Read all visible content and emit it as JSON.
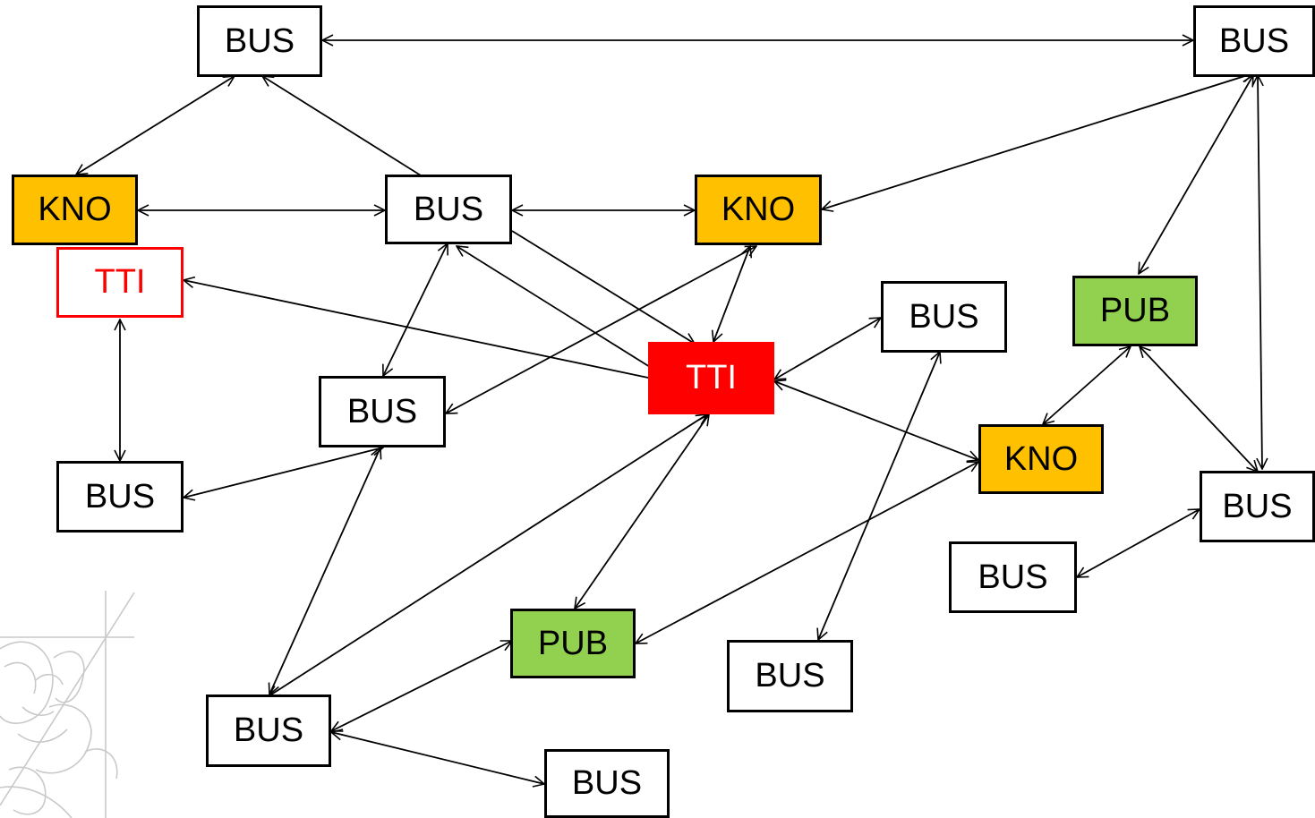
{
  "nodes": {
    "bus_top_left": "BUS",
    "bus_top_right": "BUS",
    "kno_left": "KNO",
    "bus_mid_upper": "BUS",
    "kno_mid": "KNO",
    "tti_outline": "TTI",
    "bus_mid_right": "BUS",
    "pub_right": "PUB",
    "tti_center": "TTI",
    "bus_mid_left": "BUS",
    "bus_left_low": "BUS",
    "kno_low_right": "KNO",
    "bus_far_right": "BUS",
    "bus_right_low": "BUS",
    "pub_bottom": "PUB",
    "bus_bottom_mid": "BUS",
    "bus_bottom_left": "BUS",
    "bus_bottom": "BUS"
  },
  "colors": {
    "kno": "#ffc000",
    "pub": "#92d050",
    "tti": "#ff0000",
    "bus": "#ffffff",
    "edge": "#000000"
  },
  "decoration": "crest-watermark"
}
